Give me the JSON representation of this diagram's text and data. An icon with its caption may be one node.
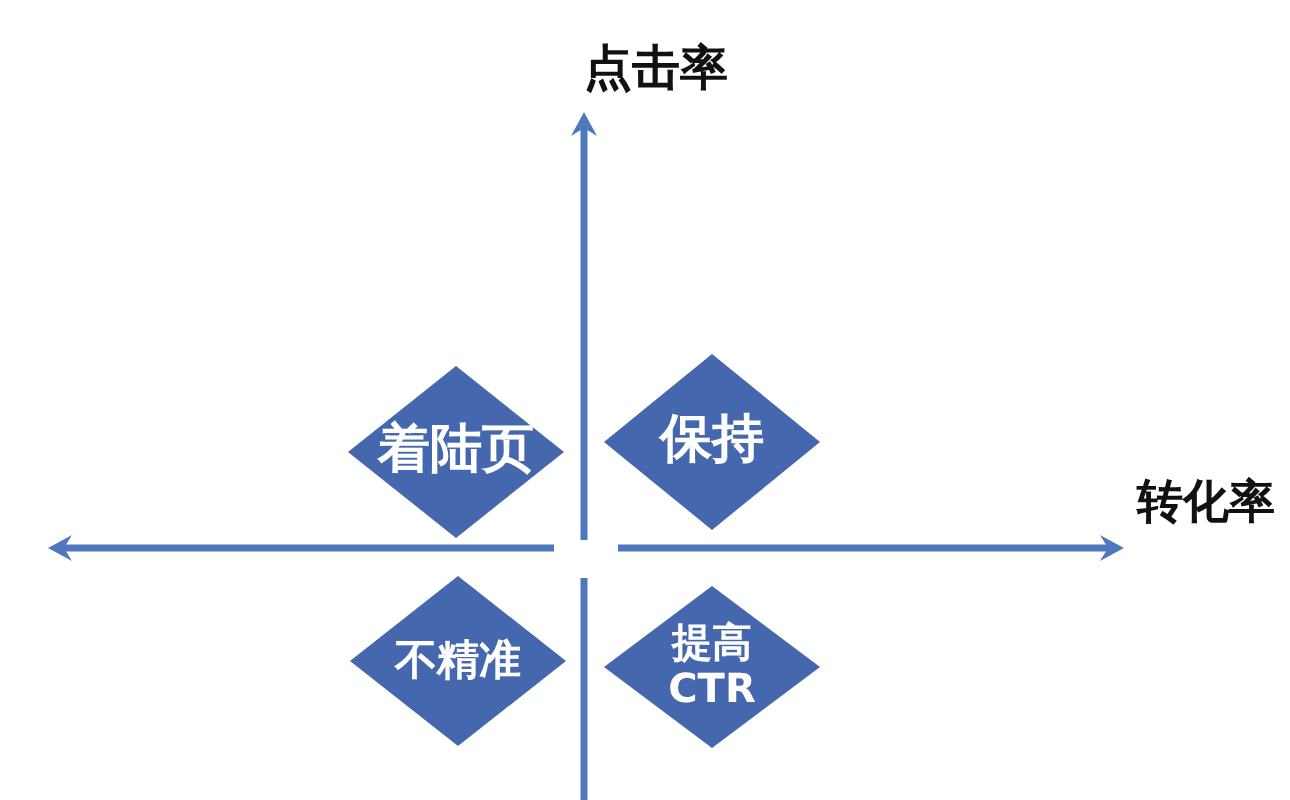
{
  "diagram": {
    "nodes": [
      {
        "text": [
          "着陆页"
        ]
      },
      {
        "text": [
          "保持"
        ]
      },
      {
        "text": [
          "不精准"
        ]
      },
      {
        "text": [
          "提高CTR"
        ]
      }
    ],
    "labels": [
      "点击率",
      "转化率"
    ]
  }
}
